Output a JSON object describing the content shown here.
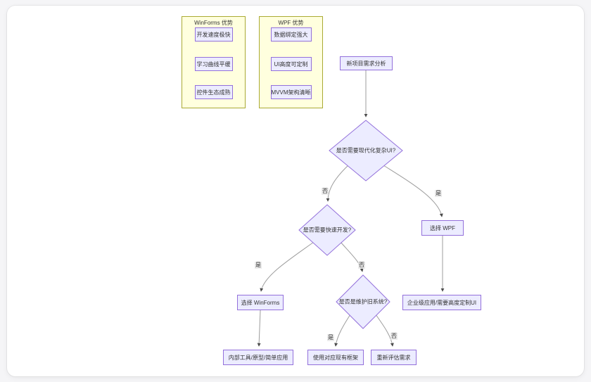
{
  "diagram": {
    "type": "flowchart",
    "direction": "top-down"
  },
  "colors": {
    "page_bg": "#f5f5f7",
    "card_bg": "#ffffff",
    "node_fill": "#ececff",
    "node_border": "#9370db",
    "subgraph_fill": "#ffffde",
    "subgraph_border": "#aaaa33",
    "edge_line": "#9c9c9c",
    "arrowhead": "#4a4a4a",
    "text": "#333333"
  },
  "subgraphs": [
    {
      "title": "WinForms 优势",
      "items": [
        "开发速度极快",
        "学习曲线平缓",
        "控件生态成熟"
      ]
    },
    {
      "title": "WPF 优势",
      "items": [
        "数据绑定强大",
        "UI高度可定制",
        "MVVM架构清晰"
      ]
    }
  ],
  "nodes": {
    "start": "新项目需求分析",
    "decision_modern_ui": "是否需要现代化复杂UI?",
    "decision_rapid_dev": "是否需要快速开发?",
    "decision_legacy": "是否是维护旧系统?",
    "choose_wpf": "选择 WPF",
    "choose_winforms": "选择 WinForms",
    "enterprise_ui": "企业级应用/需要高度定制UI",
    "internal_tools": "内部工具/原型/简单应用",
    "use_existing": "使用对应现有框架",
    "reevaluate": "重新评估需求"
  },
  "edges": [
    {
      "from": "新项目需求分析",
      "to": "是否需要现代化复杂UI?",
      "label": ""
    },
    {
      "from": "是否需要现代化复杂UI?",
      "to": "是否需要快速开发?",
      "label": "否"
    },
    {
      "from": "是否需要现代化复杂UI?",
      "to": "选择 WPF",
      "label": "是"
    },
    {
      "from": "是否需要快速开发?",
      "to": "选择 WinForms",
      "label": "是"
    },
    {
      "from": "是否需要快速开发?",
      "to": "是否是维护旧系统?",
      "label": "否"
    },
    {
      "from": "选择 WPF",
      "to": "企业级应用/需要高度定制UI",
      "label": ""
    },
    {
      "from": "选择 WinForms",
      "to": "内部工具/原型/简单应用",
      "label": ""
    },
    {
      "from": "是否是维护旧系统?",
      "to": "使用对应现有框架",
      "label": "是"
    },
    {
      "from": "是否是维护旧系统?",
      "to": "重新评估需求",
      "label": "否"
    }
  ]
}
